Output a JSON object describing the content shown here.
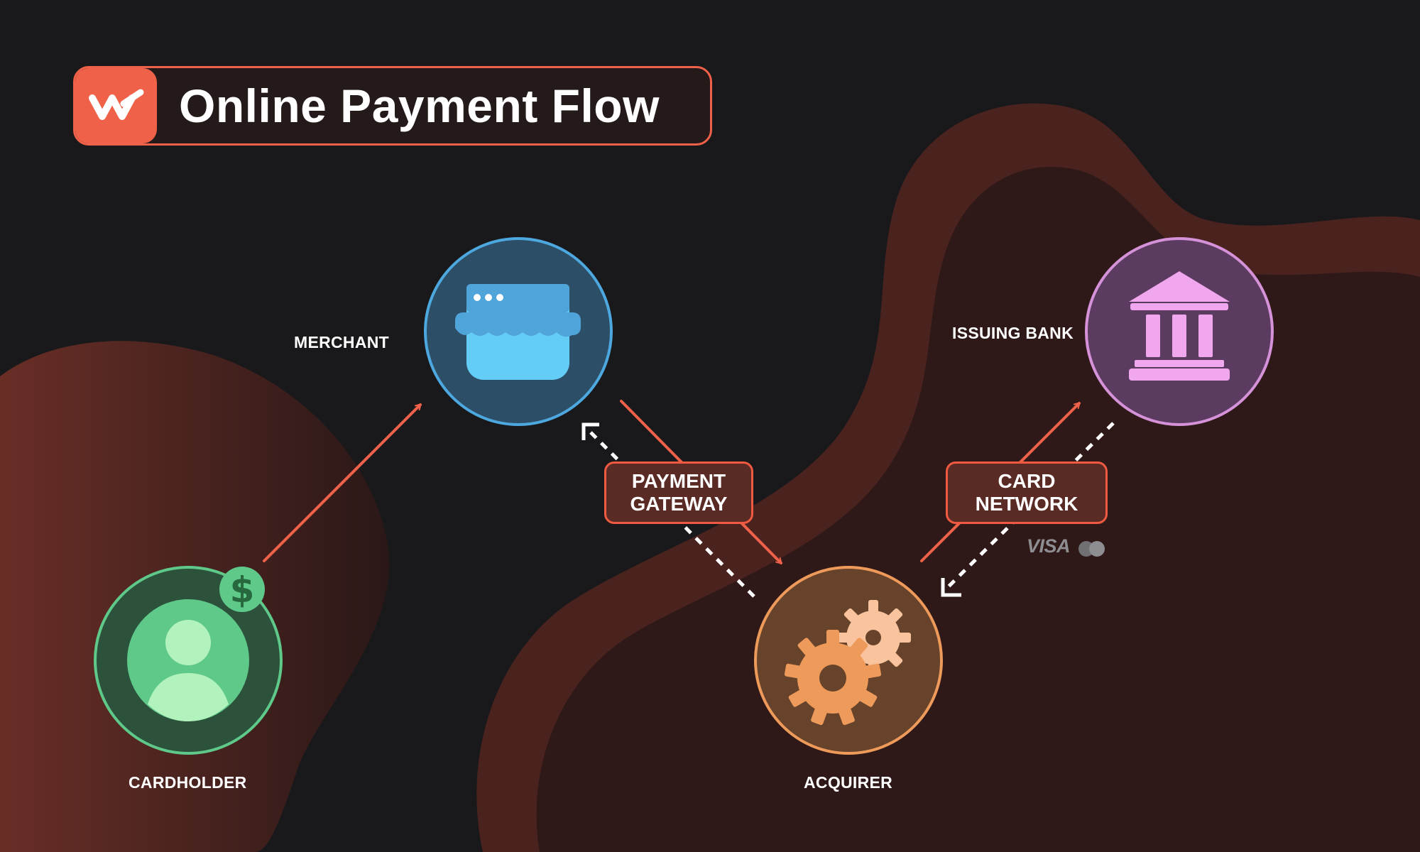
{
  "title": "Online Payment Flow",
  "nodes": {
    "cardholder": {
      "label": "CARDHOLDER",
      "icon": "user-icon",
      "badge_icon": "dollar-icon",
      "color": "#5fc98a"
    },
    "merchant": {
      "label": "MERCHANT",
      "icon": "storefront-icon",
      "color": "#4ea8e0"
    },
    "acquirer": {
      "label": "ACQUIRER",
      "icon": "gears-icon",
      "color": "#ee9a5a"
    },
    "issuing_bank": {
      "label": "ISSUING BANK",
      "icon": "bank-icon",
      "color": "#d592d9"
    }
  },
  "connectors": {
    "payment_gateway": {
      "line1": "PAYMENT",
      "line2": "GATEWAY"
    },
    "card_network": {
      "line1": "CARD",
      "line2": "NETWORK"
    }
  },
  "card_brands": {
    "visa": "VISA",
    "mastercard_icon": "mastercard-icon"
  },
  "colors": {
    "accent": "#f0614a",
    "background": "#19191b",
    "blob": "#6b2e27"
  }
}
